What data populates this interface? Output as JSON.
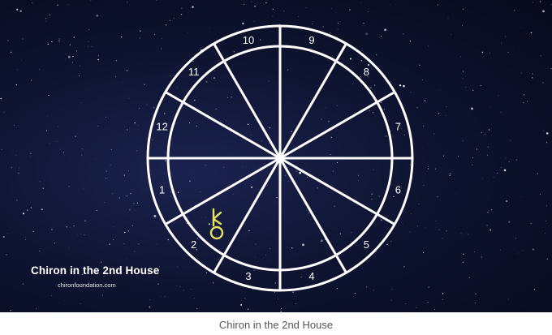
{
  "image": {
    "house_numbers": [
      "1",
      "2",
      "3",
      "4",
      "5",
      "6",
      "7",
      "8",
      "9",
      "10",
      "11",
      "12"
    ],
    "planet_symbol": "⚷",
    "planet_house": "2",
    "brand_title": "Chiron in the 2nd House",
    "brand_url": "chironfoundation.com"
  },
  "caption": "Chiron in the 2nd House",
  "colors": {
    "sky": "#0e1431",
    "wheel": "#ffffff",
    "chiron": "#e8e25a",
    "caption": "#555555"
  }
}
